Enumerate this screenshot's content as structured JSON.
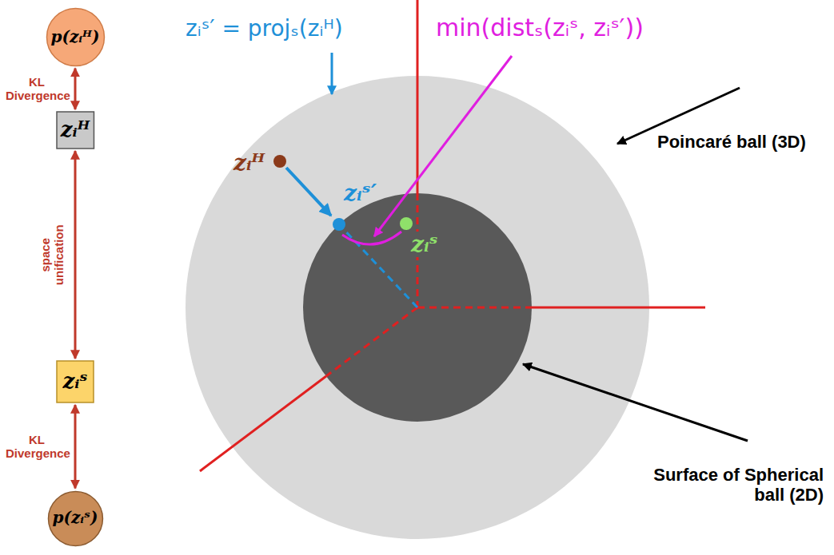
{
  "diagram": {
    "nodes": [
      {
        "text": [
          "p(zᵢᴴ)"
        ]
      },
      {
        "text": [
          "zᵢᴴ"
        ]
      },
      {
        "text": [
          "zᵢˢ"
        ]
      },
      {
        "text": [
          "p(zᵢˢ)"
        ]
      }
    ],
    "edges": [
      {
        "from": 0,
        "to": 1,
        "arrow": "both",
        "label": "KL Divergence"
      },
      {
        "from": 1,
        "to": 2,
        "arrow": "both",
        "label": "space unification"
      },
      {
        "from": 2,
        "to": 3,
        "arrow": "both",
        "label": "KL Divergence"
      }
    ],
    "labels": [
      "zᵢˢ′ = projₛ(zᵢᴴ)",
      "zᵢᴴ",
      "zᵢˢ′",
      "zᵢˢ",
      "min(distₛ(zᵢˢ, zᵢˢ′))",
      "Poincaré ball (3D)",
      "Surface of Spherical ball (2D)"
    ]
  }
}
